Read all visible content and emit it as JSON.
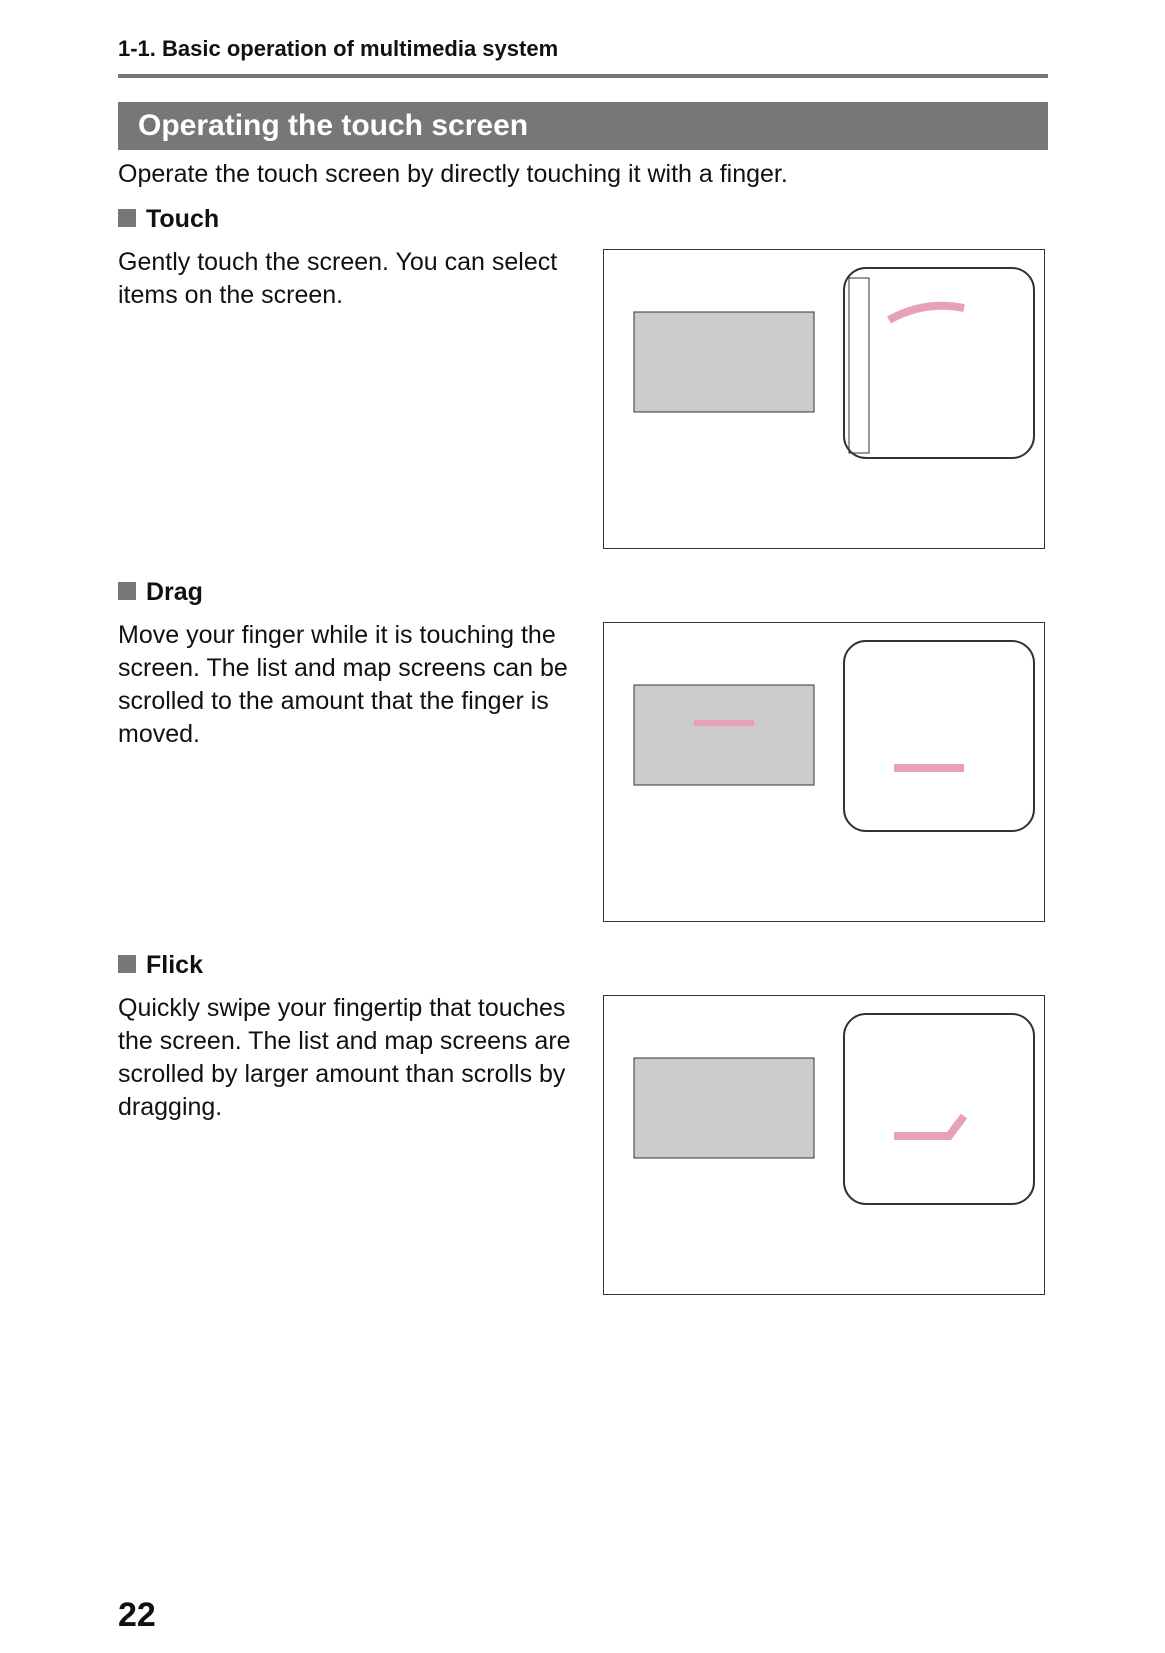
{
  "header": {
    "section": "1-1. Basic operation of multimedia system"
  },
  "title": "Operating the touch screen",
  "intro": "Operate the touch screen by directly touching it with a finger.",
  "sections": [
    {
      "heading": "Touch",
      "text": "Gently touch the screen. You can select items on the screen."
    },
    {
      "heading": "Drag",
      "text": "Move your finger while it is touching the screen. The list and map screens can be scrolled to the amount that the finger is moved."
    },
    {
      "heading": "Flick",
      "text": "Quickly swipe your fingertip that touches the screen. The list and map screens are scrolled by larger amount than scrolls by dragging."
    }
  ],
  "page_number": "22"
}
